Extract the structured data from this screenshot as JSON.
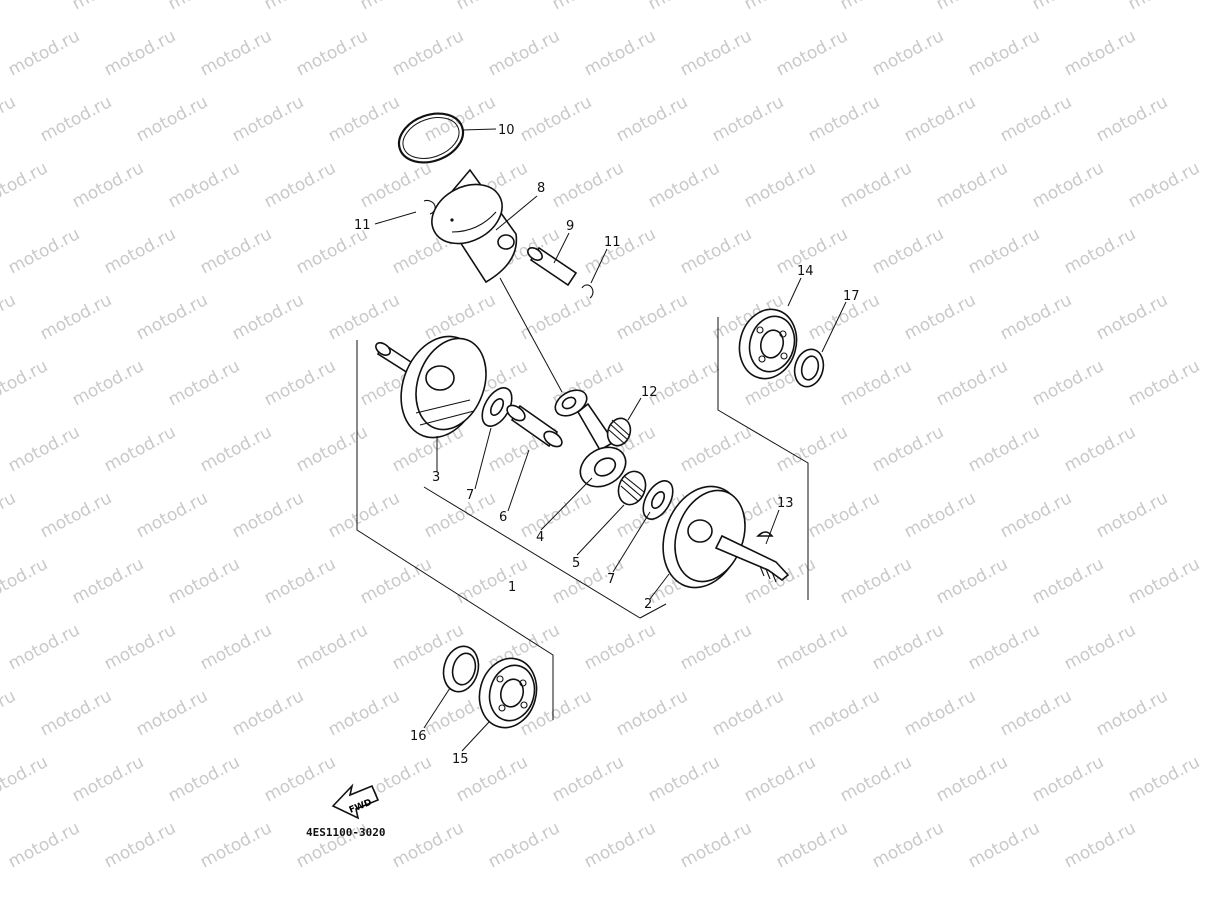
{
  "watermark": {
    "text": "motod.ru",
    "color": "#c9c9c9"
  },
  "diagram": {
    "part_code": "4ES1100-3020",
    "fwd_label": "FWD",
    "callouts": {
      "c1": "1",
      "c2": "2",
      "c3": "3",
      "c4": "4",
      "c5": "5",
      "c6": "6",
      "c7a": "7",
      "c7b": "7",
      "c8": "8",
      "c9": "9",
      "c10": "10",
      "c11a": "11",
      "c11b": "11",
      "c12": "12",
      "c13": "13",
      "c14": "14",
      "c15": "15",
      "c16": "16",
      "c17": "17"
    }
  }
}
